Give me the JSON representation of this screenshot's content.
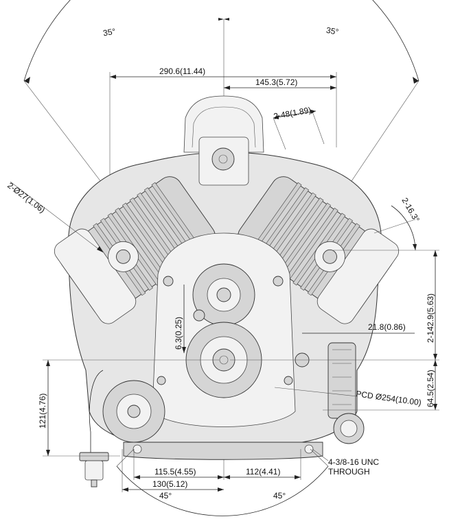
{
  "dimensions": {
    "angle_left_top": "35°",
    "angle_right_top": "35°",
    "overall_width": "290.6(11.44)",
    "half_width": "145.3(5.72)",
    "top_mount_spacing": "2-48(1.89)",
    "hole_diameter": "2-Ø27(1.06)",
    "cylinder_angle": "2-16.3°",
    "vertical_142": "2-142.9(5.63)",
    "offset_6_3": "6.3(0.25)",
    "offset_21_8": "21.8(0.86)",
    "vertical_64_5": "64.5(2.54)",
    "pcd": "PCD Ø254(10.00)",
    "left_height_121": "121(4.76)",
    "bottom_115_5": "115.5(4.55)",
    "bottom_112": "112(4.41)",
    "bottom_130": "130(5.12)",
    "angle_left_bottom": "45°",
    "angle_right_bottom": "45°",
    "thread_line1": "4-3/8-16 UNC",
    "thread_line2": "THROUGH"
  }
}
